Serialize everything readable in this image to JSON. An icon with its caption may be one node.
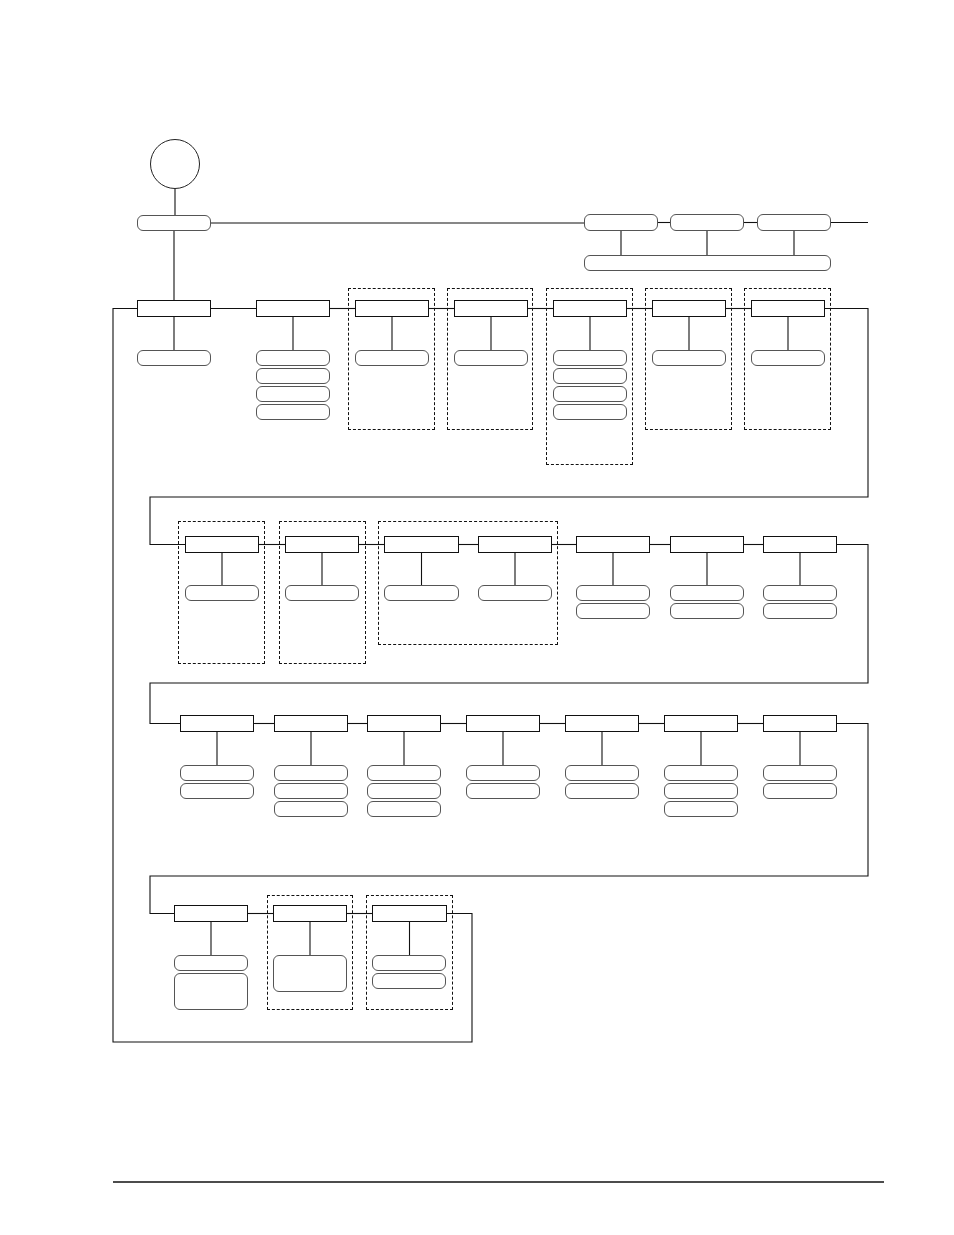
{
  "diagram": {
    "nodes": [
      {
        "text": [],
        "shape": "circle"
      },
      {
        "text": [],
        "shape": "rounded-box"
      },
      {
        "text": [],
        "shape": "rounded-box"
      },
      {
        "text": [],
        "shape": "rounded-box"
      },
      {
        "text": [],
        "shape": "rounded-box"
      },
      {
        "text": [],
        "shape": "rounded-box"
      },
      {
        "text": [],
        "shape": "box"
      },
      {
        "text": [],
        "shape": "rounded-box"
      },
      {
        "text": [],
        "shape": "box"
      },
      {
        "text": [],
        "shape": "rounded-box"
      },
      {
        "text": [],
        "shape": "rounded-box"
      },
      {
        "text": [],
        "shape": "rounded-box"
      },
      {
        "text": [],
        "shape": "rounded-box"
      },
      {
        "text": [],
        "shape": "group"
      },
      {
        "text": [],
        "shape": "box",
        "in": 13
      },
      {
        "text": [],
        "shape": "rounded-box",
        "in": 13
      },
      {
        "text": [],
        "shape": "group"
      },
      {
        "text": [],
        "shape": "box",
        "in": 16
      },
      {
        "text": [],
        "shape": "rounded-box",
        "in": 16
      },
      {
        "text": [],
        "shape": "group"
      },
      {
        "text": [],
        "shape": "box",
        "in": 19
      },
      {
        "text": [],
        "shape": "rounded-box",
        "in": 19
      },
      {
        "text": [],
        "shape": "rounded-box",
        "in": 19
      },
      {
        "text": [],
        "shape": "rounded-box",
        "in": 19
      },
      {
        "text": [],
        "shape": "rounded-box",
        "in": 19
      },
      {
        "text": [],
        "shape": "group"
      },
      {
        "text": [],
        "shape": "box",
        "in": 25
      },
      {
        "text": [],
        "shape": "rounded-box",
        "in": 25
      },
      {
        "text": [],
        "shape": "group"
      },
      {
        "text": [],
        "shape": "box",
        "in": 28
      },
      {
        "text": [],
        "shape": "rounded-box",
        "in": 28
      },
      {
        "text": [],
        "shape": "group"
      },
      {
        "text": [],
        "shape": "box",
        "in": 31
      },
      {
        "text": [],
        "shape": "rounded-box",
        "in": 31
      },
      {
        "text": [],
        "shape": "group"
      },
      {
        "text": [],
        "shape": "box",
        "in": 34
      },
      {
        "text": [],
        "shape": "rounded-box",
        "in": 34
      },
      {
        "text": [],
        "shape": "group"
      },
      {
        "text": [],
        "shape": "box",
        "in": 37
      },
      {
        "text": [],
        "shape": "rounded-box",
        "in": 37
      },
      {
        "text": [],
        "shape": "box",
        "in": 37
      },
      {
        "text": [],
        "shape": "rounded-box",
        "in": 37
      },
      {
        "text": [],
        "shape": "box"
      },
      {
        "text": [],
        "shape": "rounded-box"
      },
      {
        "text": [],
        "shape": "rounded-box"
      },
      {
        "text": [],
        "shape": "box"
      },
      {
        "text": [],
        "shape": "rounded-box"
      },
      {
        "text": [],
        "shape": "rounded-box"
      },
      {
        "text": [],
        "shape": "box"
      },
      {
        "text": [],
        "shape": "rounded-box"
      },
      {
        "text": [],
        "shape": "rounded-box"
      },
      {
        "text": [],
        "shape": "box"
      },
      {
        "text": [],
        "shape": "rounded-box"
      },
      {
        "text": [],
        "shape": "rounded-box"
      },
      {
        "text": [],
        "shape": "box"
      },
      {
        "text": [],
        "shape": "rounded-box"
      },
      {
        "text": [],
        "shape": "rounded-box"
      },
      {
        "text": [],
        "shape": "rounded-box"
      },
      {
        "text": [],
        "shape": "box"
      },
      {
        "text": [],
        "shape": "rounded-box"
      },
      {
        "text": [],
        "shape": "rounded-box"
      },
      {
        "text": [],
        "shape": "rounded-box"
      },
      {
        "text": [],
        "shape": "box"
      },
      {
        "text": [],
        "shape": "rounded-box"
      },
      {
        "text": [],
        "shape": "rounded-box"
      },
      {
        "text": [],
        "shape": "box"
      },
      {
        "text": [],
        "shape": "rounded-box"
      },
      {
        "text": [],
        "shape": "rounded-box"
      },
      {
        "text": [],
        "shape": "box"
      },
      {
        "text": [],
        "shape": "rounded-box"
      },
      {
        "text": [],
        "shape": "rounded-box"
      },
      {
        "text": [],
        "shape": "rounded-box"
      },
      {
        "text": [],
        "shape": "box"
      },
      {
        "text": [],
        "shape": "rounded-box"
      },
      {
        "text": [],
        "shape": "rounded-box"
      },
      {
        "text": [],
        "shape": "box"
      },
      {
        "text": [],
        "shape": "rounded-box"
      },
      {
        "text": [],
        "shape": "rounded-box"
      },
      {
        "text": [],
        "shape": "group"
      },
      {
        "text": [],
        "shape": "box",
        "in": 78
      },
      {
        "text": [],
        "shape": "rounded-box",
        "in": 78
      },
      {
        "text": [],
        "shape": "group"
      },
      {
        "text": [],
        "shape": "box",
        "in": 81
      },
      {
        "text": [],
        "shape": "rounded-box",
        "in": 81
      },
      {
        "text": [],
        "shape": "rounded-box",
        "in": 81
      }
    ],
    "edges": [
      {
        "from": 0,
        "to": 1,
        "arrow": "none"
      },
      {
        "from": 1,
        "to": 2,
        "arrow": "none"
      },
      {
        "from": 2,
        "to": 3,
        "arrow": "none"
      },
      {
        "from": 3,
        "to": 4,
        "arrow": "none"
      },
      {
        "from": 4,
        "to": null,
        "arrow": "none"
      },
      {
        "from": 2,
        "to": 5,
        "arrow": "none"
      },
      {
        "from": 3,
        "to": 5,
        "arrow": "none"
      },
      {
        "from": 4,
        "to": 5,
        "arrow": "none"
      },
      {
        "from": 1,
        "to": 6,
        "arrow": "none"
      },
      {
        "from": 6,
        "to": 7,
        "arrow": "none"
      },
      {
        "from": 6,
        "to": 8,
        "arrow": "none"
      },
      {
        "from": 8,
        "to": 9,
        "arrow": "none"
      },
      {
        "from": 8,
        "to": 14,
        "arrow": "none"
      },
      {
        "from": 14,
        "to": 15,
        "arrow": "none"
      },
      {
        "from": 14,
        "to": 17,
        "arrow": "none"
      },
      {
        "from": 17,
        "to": 18,
        "arrow": "none"
      },
      {
        "from": 17,
        "to": 20,
        "arrow": "none"
      },
      {
        "from": 20,
        "to": 21,
        "arrow": "none"
      },
      {
        "from": 20,
        "to": 26,
        "arrow": "none"
      },
      {
        "from": 26,
        "to": 27,
        "arrow": "none"
      },
      {
        "from": 26,
        "to": 29,
        "arrow": "none"
      },
      {
        "from": 29,
        "to": 30,
        "arrow": "none"
      },
      {
        "from": 29,
        "to": 32,
        "arrow": "none"
      },
      {
        "from": 32,
        "to": 33,
        "arrow": "none"
      },
      {
        "from": 32,
        "to": 35,
        "arrow": "none"
      },
      {
        "from": 35,
        "to": 36,
        "arrow": "none"
      },
      {
        "from": 35,
        "to": 38,
        "arrow": "none"
      },
      {
        "from": 38,
        "to": 39,
        "arrow": "none"
      },
      {
        "from": 38,
        "to": 40,
        "arrow": "none"
      },
      {
        "from": 40,
        "to": 41,
        "arrow": "none"
      },
      {
        "from": 40,
        "to": 42,
        "arrow": "none"
      },
      {
        "from": 42,
        "to": 43,
        "arrow": "none"
      },
      {
        "from": 42,
        "to": 45,
        "arrow": "none"
      },
      {
        "from": 45,
        "to": 46,
        "arrow": "none"
      },
      {
        "from": 45,
        "to": 48,
        "arrow": "none"
      },
      {
        "from": 48,
        "to": 49,
        "arrow": "none"
      },
      {
        "from": 48,
        "to": 51,
        "arrow": "none"
      },
      {
        "from": 51,
        "to": 52,
        "arrow": "none"
      },
      {
        "from": 51,
        "to": 54,
        "arrow": "none"
      },
      {
        "from": 54,
        "to": 55,
        "arrow": "none"
      },
      {
        "from": 54,
        "to": 58,
        "arrow": "none"
      },
      {
        "from": 58,
        "to": 59,
        "arrow": "none"
      },
      {
        "from": 58,
        "to": 62,
        "arrow": "none"
      },
      {
        "from": 62,
        "to": 63,
        "arrow": "none"
      },
      {
        "from": 62,
        "to": 65,
        "arrow": "none"
      },
      {
        "from": 65,
        "to": 66,
        "arrow": "none"
      },
      {
        "from": 65,
        "to": 68,
        "arrow": "none"
      },
      {
        "from": 68,
        "to": 69,
        "arrow": "none"
      },
      {
        "from": 68,
        "to": 72,
        "arrow": "none"
      },
      {
        "from": 72,
        "to": 73,
        "arrow": "none"
      },
      {
        "from": 72,
        "to": 75,
        "arrow": "none"
      },
      {
        "from": 75,
        "to": 76,
        "arrow": "none"
      },
      {
        "from": 75,
        "to": 79,
        "arrow": "none"
      },
      {
        "from": 79,
        "to": 80,
        "arrow": "none"
      },
      {
        "from": 79,
        "to": 82,
        "arrow": "none"
      },
      {
        "from": 82,
        "to": 83,
        "arrow": "none"
      },
      {
        "from": 82,
        "to": 6,
        "arrow": "none"
      }
    ]
  }
}
